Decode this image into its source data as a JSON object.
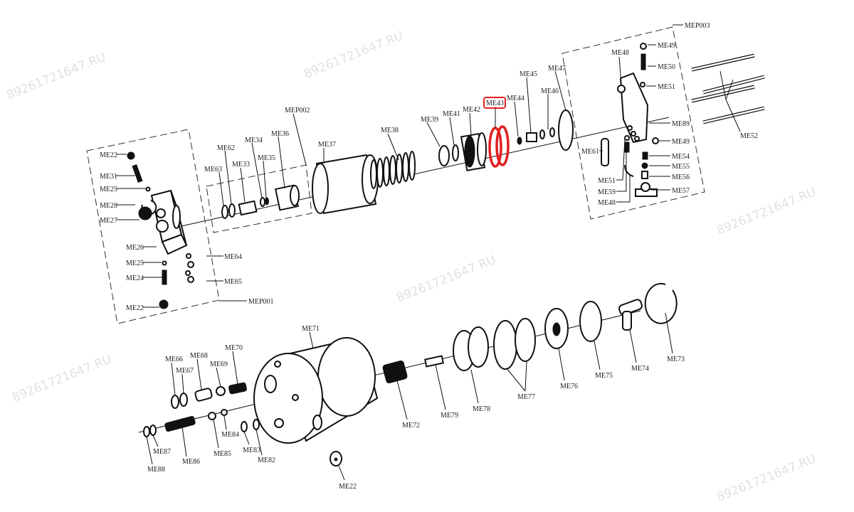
{
  "watermark": "89261721647.RU",
  "highlight_color": "#e02020",
  "highlighted_part": "ME43",
  "groups": {
    "mep001": "MEP001",
    "mep002": "MEP002",
    "mep003": "MEP003"
  },
  "labels": {
    "a_me22": "ME22",
    "a_me31": "ME31",
    "a_me25": "ME25",
    "a_me28": "ME28",
    "a_me27": "ME27",
    "a_me26": "ME26",
    "a_me25b": "ME25",
    "a_me24": "ME24",
    "a_me22b": "ME22",
    "a_me64": "ME64",
    "a_me65": "ME65",
    "me63": "ME63",
    "me62": "ME62",
    "me33": "ME33",
    "me34": "ME34",
    "me35": "ME35",
    "me36": "ME36",
    "me37": "ME37",
    "me38": "ME38",
    "me39": "ME39",
    "me41": "ME41",
    "me42": "ME42",
    "me43": "ME43",
    "me44": "ME44",
    "me45": "ME45",
    "me46": "ME46",
    "me47": "ME47",
    "c_me48": "ME48",
    "c_me49": "ME49",
    "c_me50": "ME50",
    "c_me51": "ME51",
    "c_me89": "ME89",
    "c_me49b": "ME49",
    "c_me61": "ME61",
    "c_me54": "ME54",
    "c_me55": "ME55",
    "c_me56": "ME56",
    "c_me57": "ME57",
    "c_me51b": "ME51",
    "c_me59": "ME59",
    "c_me48b": "ME48",
    "me52": "ME52",
    "me71": "ME71",
    "me70": "ME70",
    "me66": "ME66",
    "me68": "ME68",
    "me67": "ME67",
    "me69": "ME69",
    "me84": "ME84",
    "me85": "ME85",
    "me83": "ME83",
    "me82": "ME82",
    "me87": "ME87",
    "me86": "ME86",
    "me88": "ME88",
    "b_me22": "ME22",
    "me72": "ME72",
    "me79": "ME79",
    "me78": "ME78",
    "me77": "ME77",
    "me76": "ME76",
    "me75": "ME75",
    "me74": "ME74",
    "me73": "ME73"
  }
}
